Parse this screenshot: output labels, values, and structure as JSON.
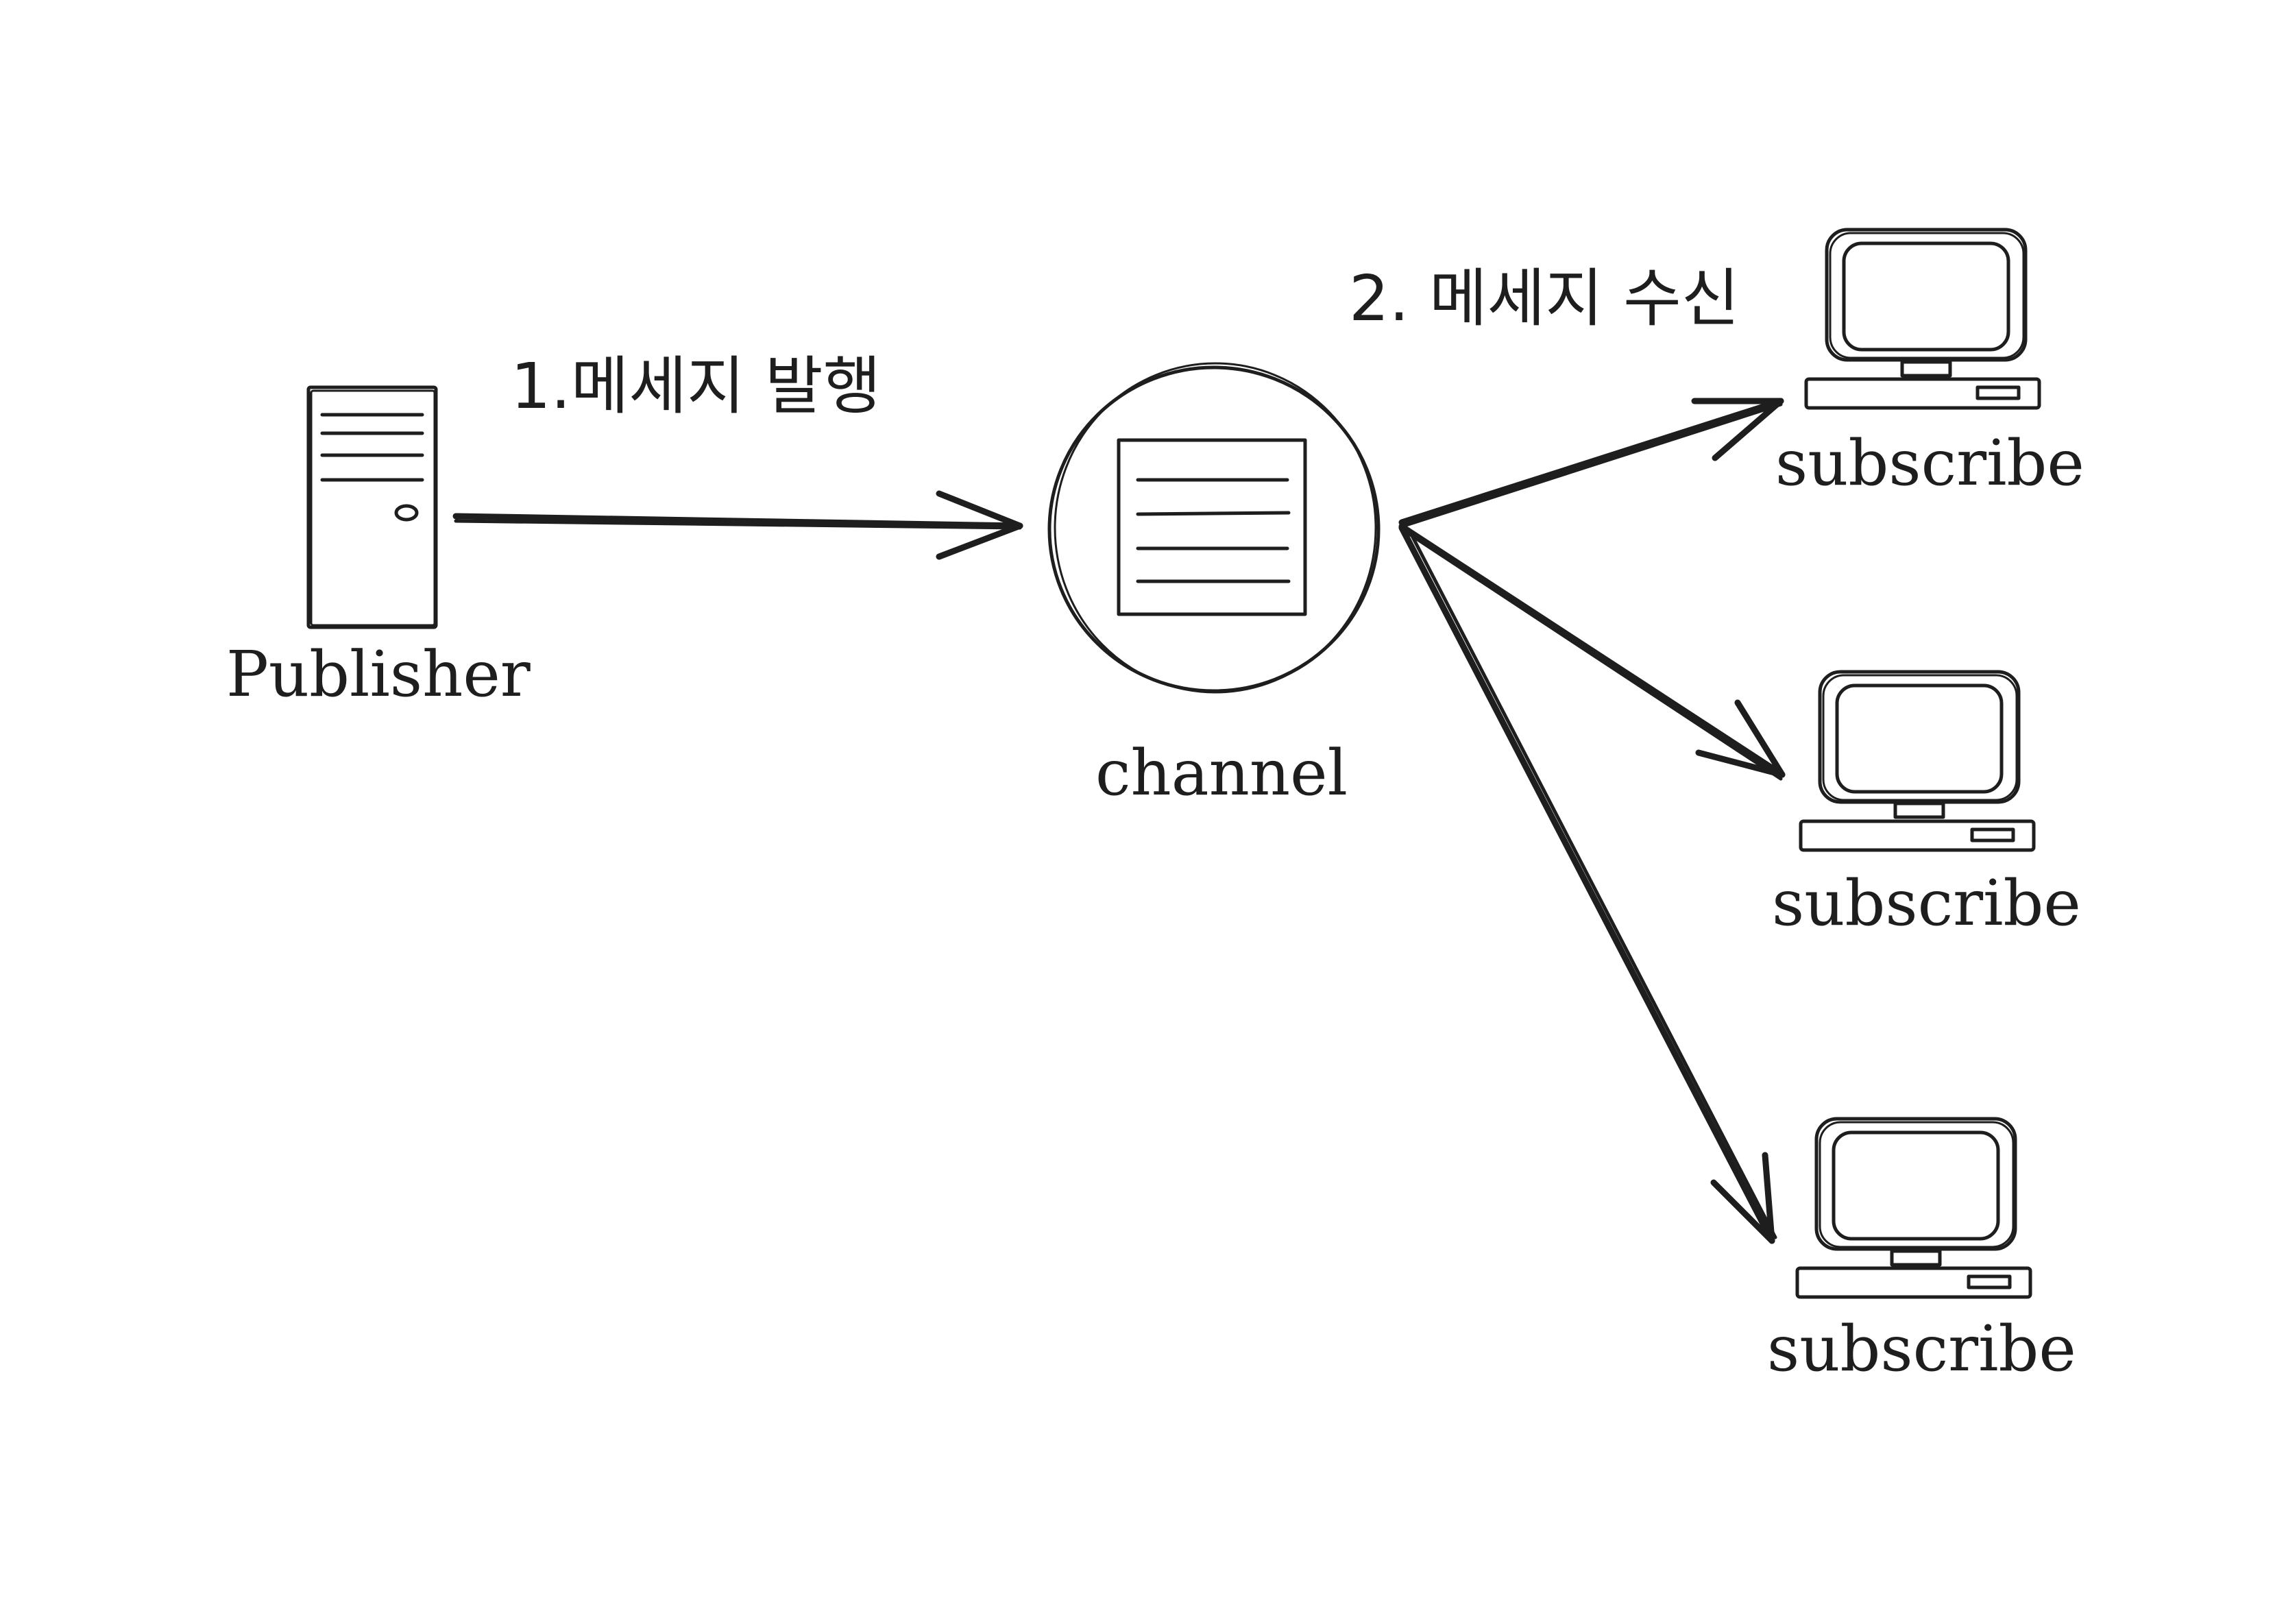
{
  "diagram": {
    "ink_color": "#1e1e1e",
    "background": "#ffffff",
    "nodes": {
      "publisher": {
        "label": "Publisher",
        "icon": "server-tower-icon"
      },
      "channel": {
        "label": "channel",
        "icon": "document-in-circle-icon"
      },
      "subscribers": [
        {
          "label": "subscribe",
          "icon": "computer-terminal-icon"
        },
        {
          "label": "subscribe",
          "icon": "computer-terminal-icon"
        },
        {
          "label": "subscribe",
          "icon": "computer-terminal-icon"
        }
      ]
    },
    "edges": {
      "publish": {
        "label": "1.메세지 발행"
      },
      "receive": {
        "label": "2. 메세지 수신"
      }
    }
  }
}
